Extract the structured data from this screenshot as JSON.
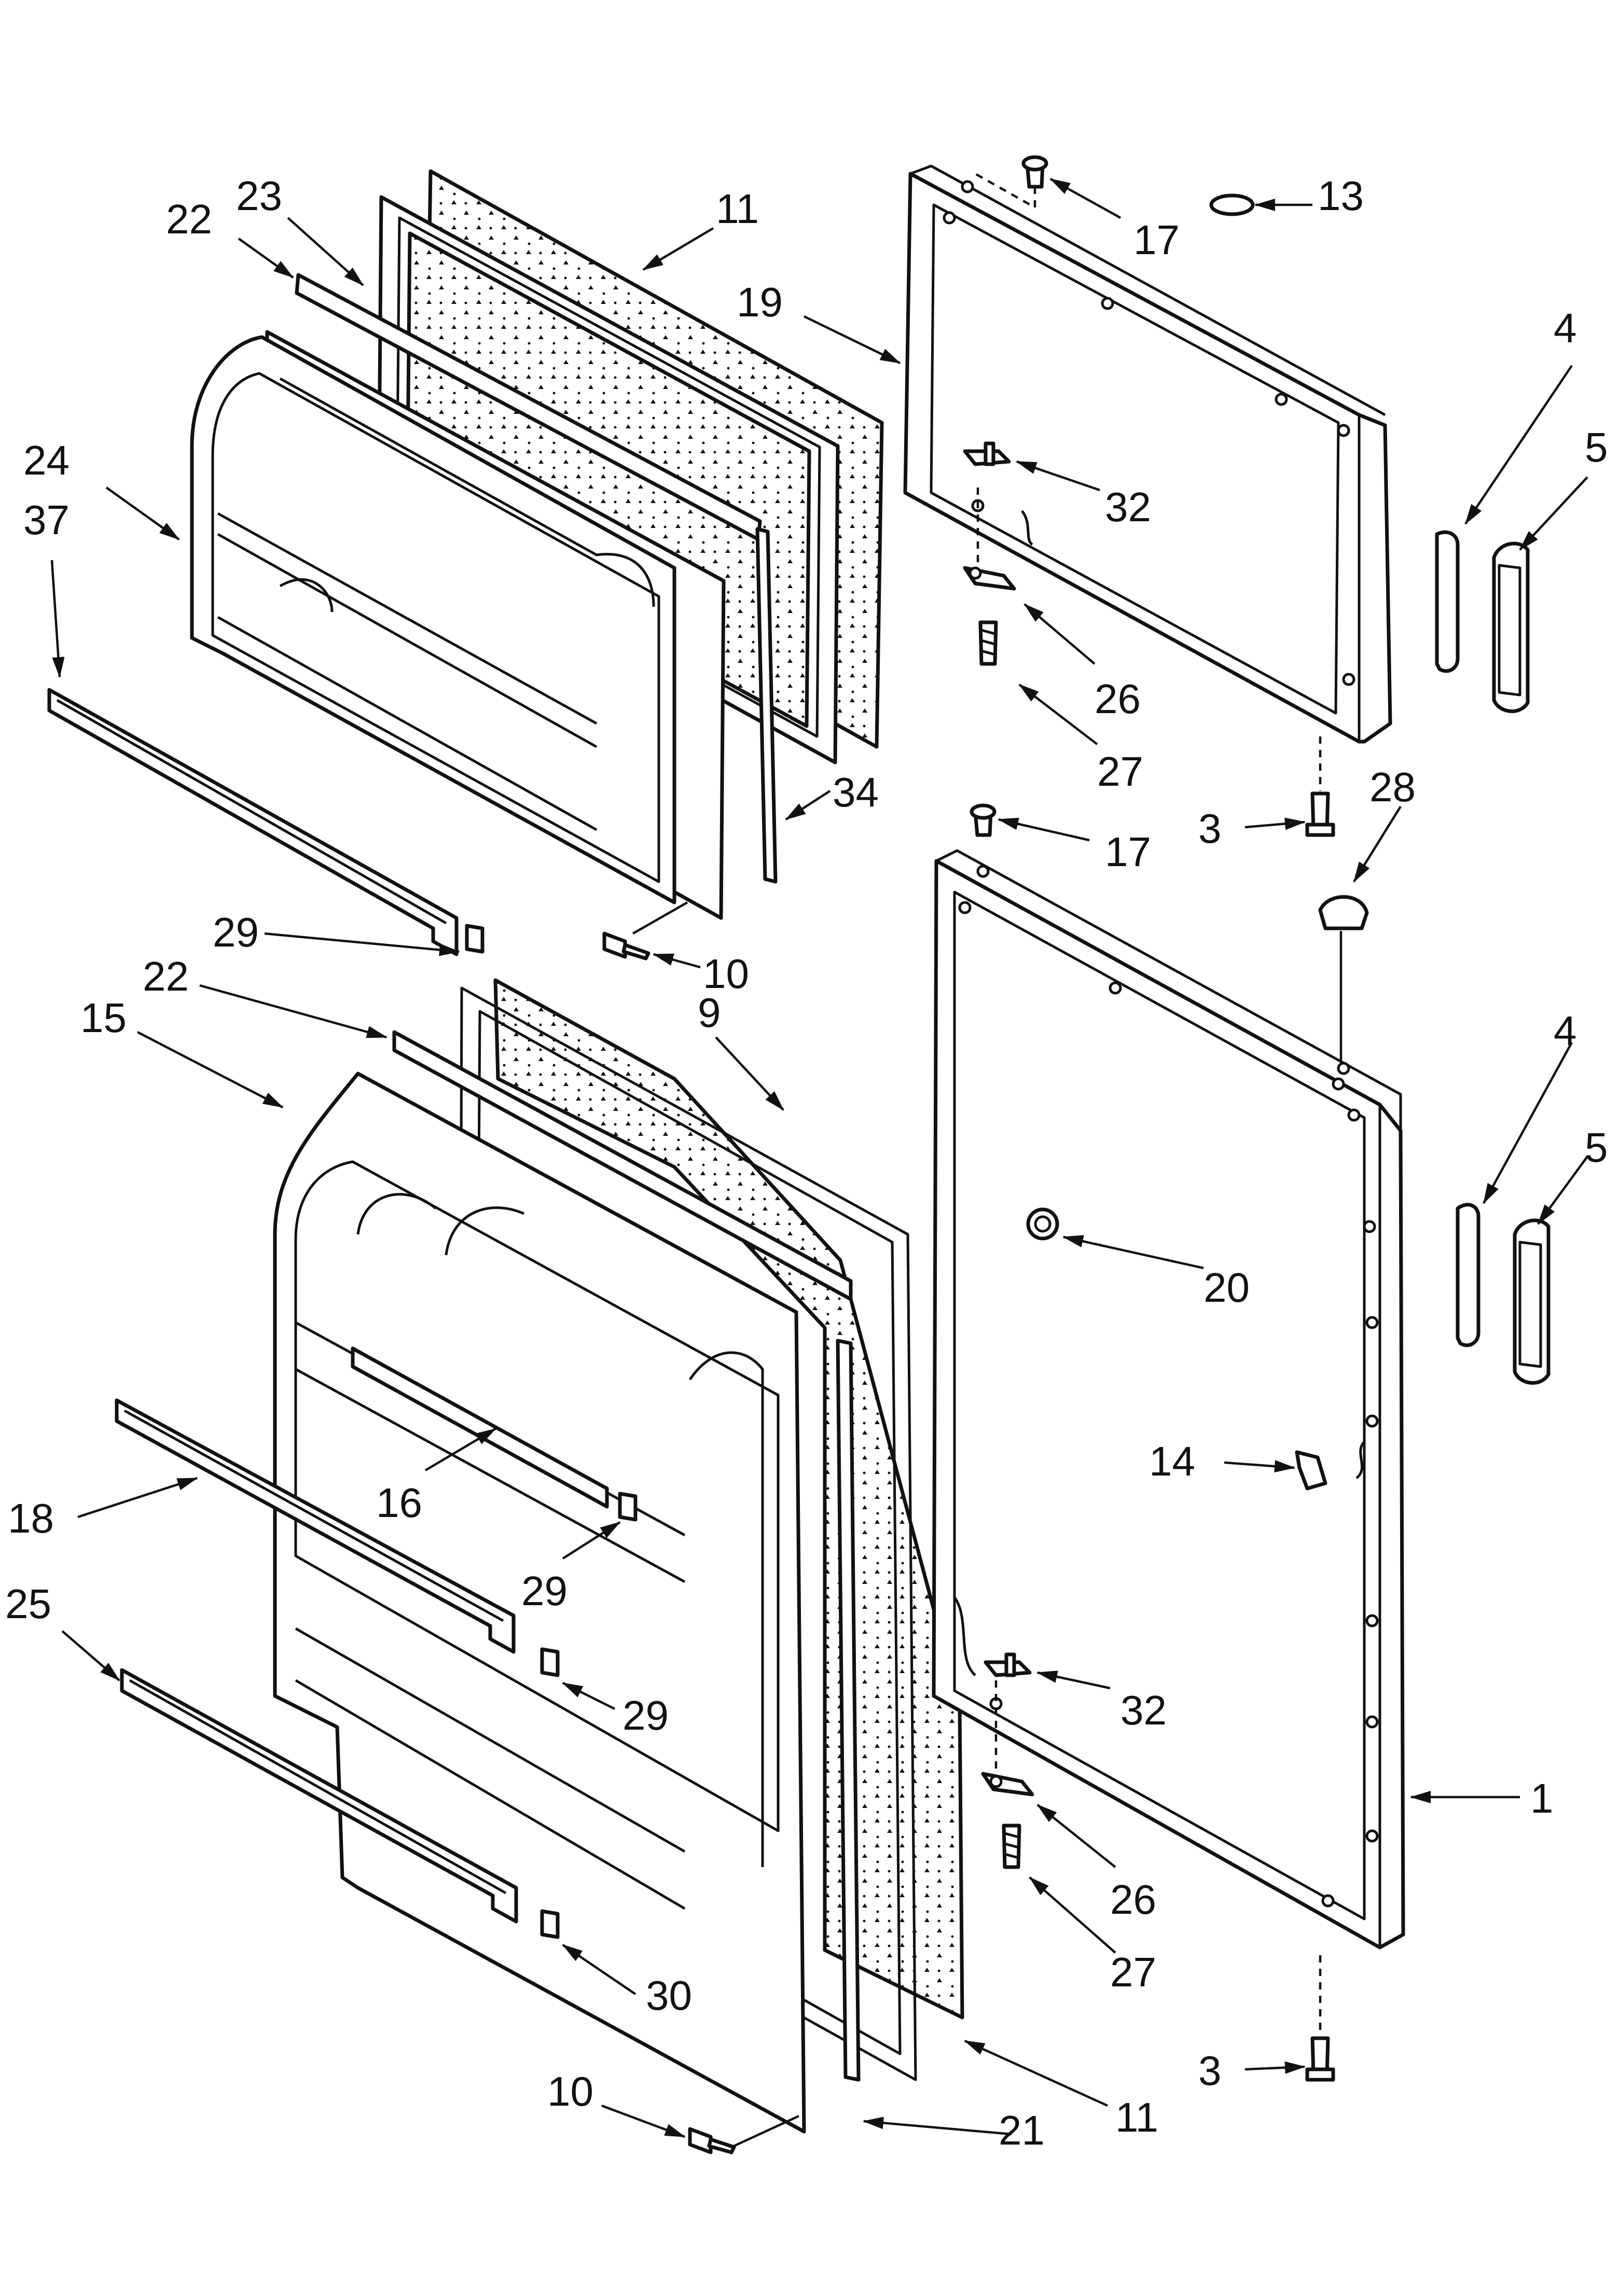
{
  "callouts": {
    "c11a": "11",
    "c23": "23",
    "c22a": "22",
    "c19": "19",
    "c17a": "17",
    "c13": "13",
    "c24": "24",
    "c37": "37",
    "c4a": "4",
    "c5a": "5",
    "c32a": "32",
    "c26a": "26",
    "c27a": "27",
    "c34": "34",
    "c3a": "3",
    "c28": "28",
    "c17b": "17",
    "c29a": "29",
    "c10a": "10",
    "c22b": "22",
    "c15": "15",
    "c9": "9",
    "c4b": "4",
    "c5b": "5",
    "c20": "20",
    "c18": "18",
    "c16": "16",
    "c29b": "29",
    "c14": "14",
    "c25": "25",
    "c29c": "29",
    "c32b": "32",
    "c1": "1",
    "c26b": "26",
    "c27b": "27",
    "c30": "30",
    "c3b": "3",
    "c10b": "10",
    "c11b": "11",
    "c21": "21"
  }
}
